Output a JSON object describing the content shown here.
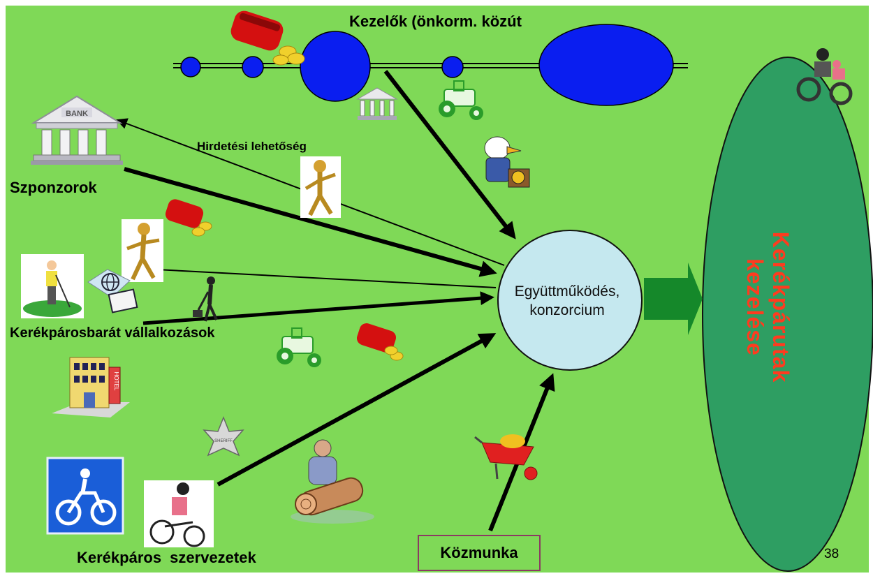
{
  "texts": {
    "managers": "Kezelők (önkorm. közút",
    "sponsors": "Szponzorok",
    "advertising": "Hirdetési lehetőség",
    "businesses": "Kerékpárosbarát vállalkozások",
    "organizations": "Kerékpáros  szervezetek",
    "cooperation_line1": "Együttműködés,",
    "cooperation_line2": "konzorcium",
    "public_work": "Közmunka",
    "vertical_title": "Kerékpárutak kezelése",
    "page_number": "38",
    "bank_sign": "BANK",
    "hotel_sign": "HOTEL",
    "sheriff_sign": "SHERIFF"
  },
  "colors": {
    "slide_background": "#7fd957",
    "big_ellipse": "#2e9e62",
    "center_circle": "#c5e8ef",
    "network_nodes": "#0a1ef0",
    "vertical_title": "#ff3b1f",
    "right_arrow": "#15882a",
    "public_work_border": "#8b3a62"
  },
  "icons": [
    "bank-icon",
    "wallet-coins-icon",
    "tractor-icon",
    "eagle-worker-icon",
    "golden-figure-icon",
    "golfer-icon",
    "globe-passport-icon",
    "mower-man-icon",
    "hotel-icon",
    "bike-sign-icon",
    "cyclists-icon",
    "sheriff-badge-icon",
    "woodcutter-icon",
    "wheelbarrow-icon"
  ]
}
